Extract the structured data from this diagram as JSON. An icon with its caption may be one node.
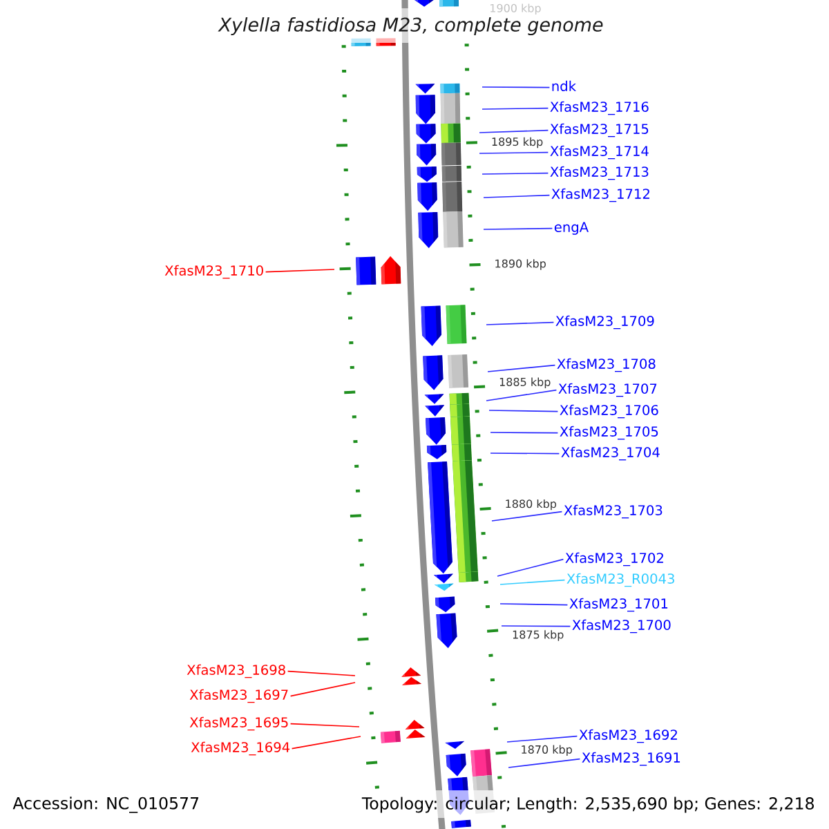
{
  "diagram": {
    "title": "Xylella fastidiosa M23, complete genome",
    "nodes": [
      {
        "text": [
          "ndk"
        ]
      },
      {
        "text": [
          "XfasM23_1716"
        ]
      },
      {
        "text": [
          "XfasM23_1715"
        ]
      },
      {
        "text": [
          "XfasM23_1714"
        ]
      },
      {
        "text": [
          "XfasM23_1713"
        ]
      },
      {
        "text": [
          "XfasM23_1712"
        ]
      },
      {
        "text": [
          "engA"
        ]
      },
      {
        "text": [
          "XfasM23_1710"
        ]
      },
      {
        "text": [
          "XfasM23_1709"
        ]
      },
      {
        "text": [
          "XfasM23_1708"
        ]
      },
      {
        "text": [
          "XfasM23_1707"
        ]
      },
      {
        "text": [
          "XfasM23_1706"
        ]
      },
      {
        "text": [
          "XfasM23_1705"
        ]
      },
      {
        "text": [
          "XfasM23_1704"
        ]
      },
      {
        "text": [
          "XfasM23_1703"
        ]
      },
      {
        "text": [
          "XfasM23_1702"
        ]
      },
      {
        "text": [
          "XfasM23_R0043"
        ]
      },
      {
        "text": [
          "XfasM23_1701"
        ]
      },
      {
        "text": [
          "XfasM23_1700"
        ]
      },
      {
        "text": [
          "XfasM23_1698"
        ]
      },
      {
        "text": [
          "XfasM23_1697"
        ]
      },
      {
        "text": [
          "XfasM23_1695"
        ]
      },
      {
        "text": [
          "XfasM23_1692"
        ]
      },
      {
        "text": [
          "XfasM23_1694"
        ]
      },
      {
        "text": [
          "XfasM23_1691"
        ]
      }
    ],
    "edges": [
      {
        "from": 0,
        "to": null,
        "arrow": "none"
      },
      {
        "from": 1,
        "to": null,
        "arrow": "none"
      },
      {
        "from": 2,
        "to": null,
        "arrow": "none"
      },
      {
        "from": 3,
        "to": null,
        "arrow": "none"
      },
      {
        "from": 4,
        "to": null,
        "arrow": "none"
      },
      {
        "from": 5,
        "to": null,
        "arrow": "none"
      },
      {
        "from": 6,
        "to": null,
        "arrow": "none"
      },
      {
        "from": 7,
        "to": null,
        "arrow": "none",
        "color": "#ff0000"
      },
      {
        "from": 8,
        "to": null,
        "arrow": "none"
      },
      {
        "from": 9,
        "to": null,
        "arrow": "none"
      },
      {
        "from": 10,
        "to": null,
        "arrow": "none"
      },
      {
        "from": 11,
        "to": null,
        "arrow": "none"
      },
      {
        "from": 12,
        "to": null,
        "arrow": "none"
      },
      {
        "from": 13,
        "to": null,
        "arrow": "none"
      },
      {
        "from": 14,
        "to": null,
        "arrow": "none"
      },
      {
        "from": 15,
        "to": null,
        "arrow": "none"
      },
      {
        "from": 16,
        "to": null,
        "arrow": "none",
        "color": "#33ccff"
      },
      {
        "from": 17,
        "to": null,
        "arrow": "none"
      },
      {
        "from": 18,
        "to": null,
        "arrow": "none"
      },
      {
        "from": 19,
        "to": null,
        "arrow": "none",
        "color": "#ff0000"
      },
      {
        "from": 20,
        "to": null,
        "arrow": "none",
        "color": "#ff0000"
      },
      {
        "from": 21,
        "to": null,
        "arrow": "none",
        "color": "#ff0000"
      },
      {
        "from": 22,
        "to": null,
        "arrow": "none"
      },
      {
        "from": 23,
        "to": null,
        "arrow": "none",
        "color": "#ff0000"
      },
      {
        "from": 24,
        "to": null,
        "arrow": "none"
      }
    ],
    "labels": [
      "1900 kbp",
      "1895 kbp",
      "1890 kbp",
      "1885 kbp",
      "1880 kbp",
      "1875 kbp",
      "1870 kbp",
      "Accession: NC_010577",
      "Topology: circular; Length: 2,535,690 bp; Genes: 2,218"
    ]
  }
}
